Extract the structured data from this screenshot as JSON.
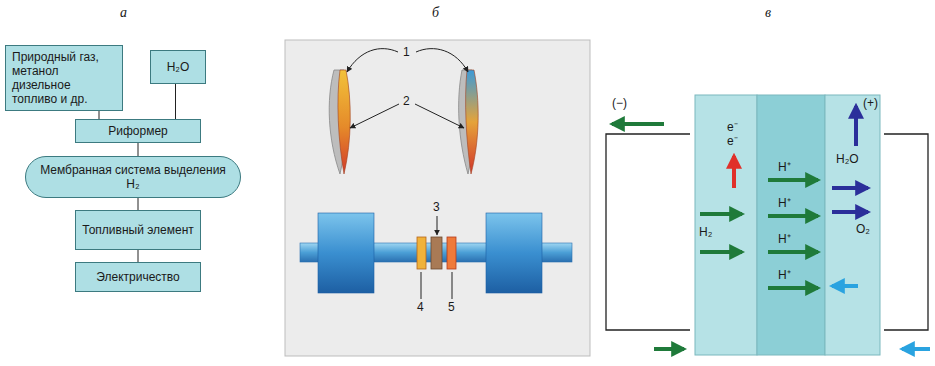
{
  "diagram": {
    "nodes": [
      {
        "text": [
          "Природный газ, метанол дизельное топливо и др."
        ]
      },
      {
        "text": [
          "H₂O"
        ]
      },
      {
        "text": [
          "Риформер"
        ]
      },
      {
        "text": [
          "Мембранная система выделения H₂"
        ]
      },
      {
        "text": [
          "Топливный элемент"
        ]
      },
      {
        "text": [
          "Электричество"
        ]
      }
    ],
    "edges": [
      {
        "from": 0,
        "to": 2,
        "arrow": "none"
      },
      {
        "from": 1,
        "to": 2,
        "arrow": "none"
      },
      {
        "from": 2,
        "to": 3,
        "arrow": "none"
      },
      {
        "from": 3,
        "to": 4,
        "arrow": "none"
      },
      {
        "from": 4,
        "to": 5,
        "arrow": "none"
      }
    ],
    "labels": [
      "а",
      "б",
      "в",
      "1",
      "2",
      "3",
      "4",
      "5",
      "(−)",
      "(+)",
      "e⁻",
      "e⁻",
      "H⁺",
      "H⁺",
      "H⁺",
      "H⁺",
      "H₂",
      "H₂O",
      "O₂"
    ]
  }
}
